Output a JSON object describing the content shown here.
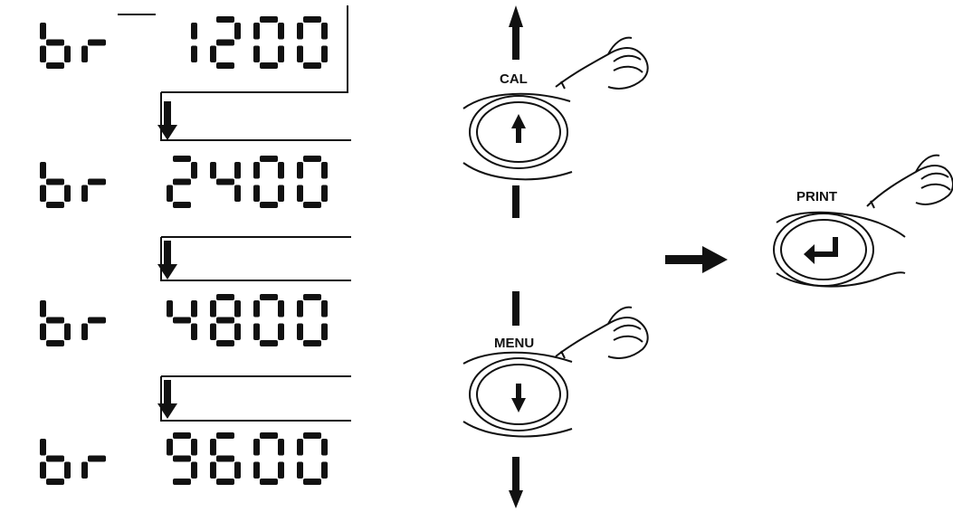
{
  "displays": [
    {
      "prefix": "br",
      "value": "1200"
    },
    {
      "prefix": "br",
      "value": "2400"
    },
    {
      "prefix": "br",
      "value": "4800"
    },
    {
      "prefix": "br",
      "value": "9600"
    }
  ],
  "buttons": {
    "cal_label": "CAL",
    "menu_label": "MENU",
    "print_label": "PRINT"
  },
  "icons": {
    "cal_button": "up-arrow-icon",
    "menu_button": "down-arrow-icon",
    "print_button": "enter-icon",
    "pointer": "pointing-hand-icon"
  }
}
